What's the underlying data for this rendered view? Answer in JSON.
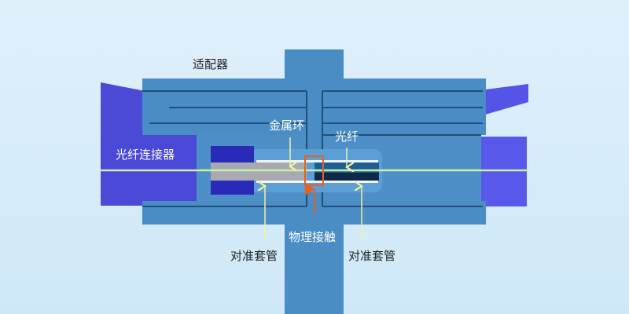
{
  "labels": {
    "adapter": "适配器",
    "metal_ring": "金属环",
    "fiber": "光纤",
    "fiber_connector": "光纤连接器",
    "physical_contact": "物理接触",
    "alignment_sleeve_left": "对准套管",
    "alignment_sleeve_right": "对准套管"
  },
  "colors": {
    "adapter": "#4a8cc4",
    "connector": "#4b4bd8",
    "fiber": "#c8f0a8",
    "arrow": "#f2f0a0",
    "contact_mark": "#e8601c"
  }
}
